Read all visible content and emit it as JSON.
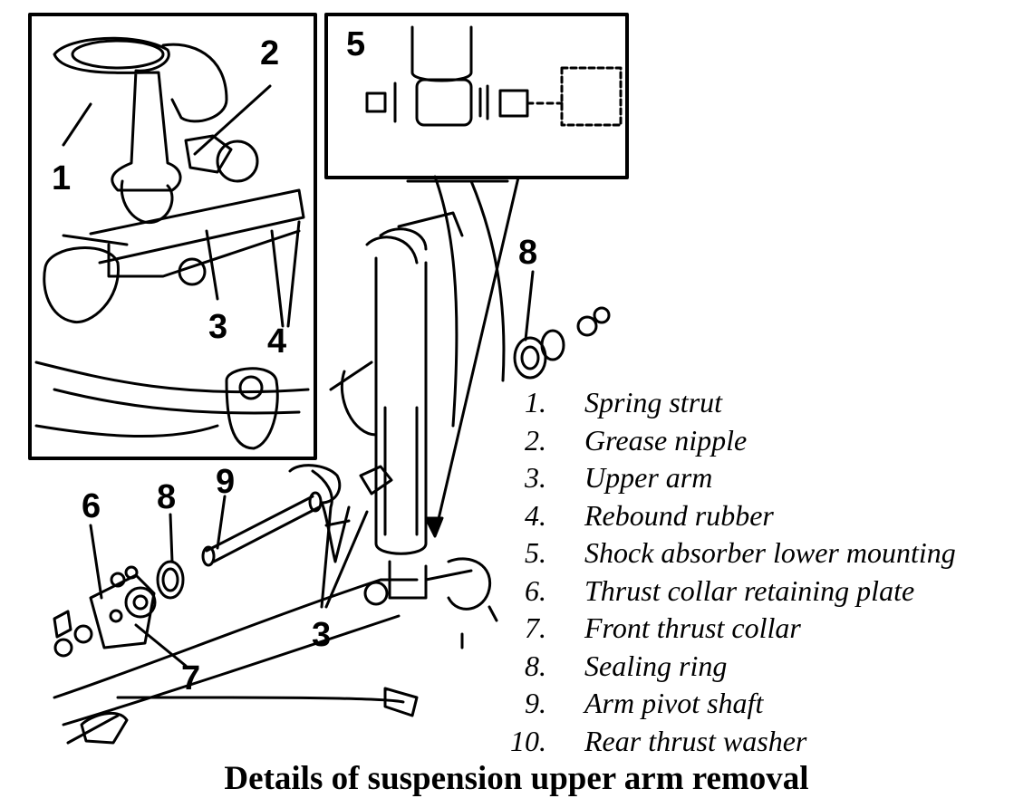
{
  "callouts": {
    "inset_left_1": "1",
    "inset_left_2": "2",
    "inset_left_3": "3",
    "inset_left_4": "4",
    "inset_right_5": "5",
    "main_6": "6",
    "main_8a": "8",
    "main_8b": "8",
    "main_9": "9",
    "main_3": "3",
    "main_7": "7"
  },
  "legend": [
    {
      "num": "1.",
      "text": "Spring strut"
    },
    {
      "num": "2.",
      "text": "Grease nipple"
    },
    {
      "num": "3.",
      "text": "Upper arm"
    },
    {
      "num": "4.",
      "text": "Rebound rubber"
    },
    {
      "num": "5.",
      "text": "Shock absorber lower mounting"
    },
    {
      "num": "6.",
      "text": "Thrust collar retaining plate"
    },
    {
      "num": "7.",
      "text": "Front thrust collar"
    },
    {
      "num": "8.",
      "text": "Sealing ring"
    },
    {
      "num": "9.",
      "text": "Arm pivot shaft"
    },
    {
      "num": "10.",
      "text": "Rear thrust washer"
    }
  ],
  "caption": "Details of suspension upper arm removal"
}
